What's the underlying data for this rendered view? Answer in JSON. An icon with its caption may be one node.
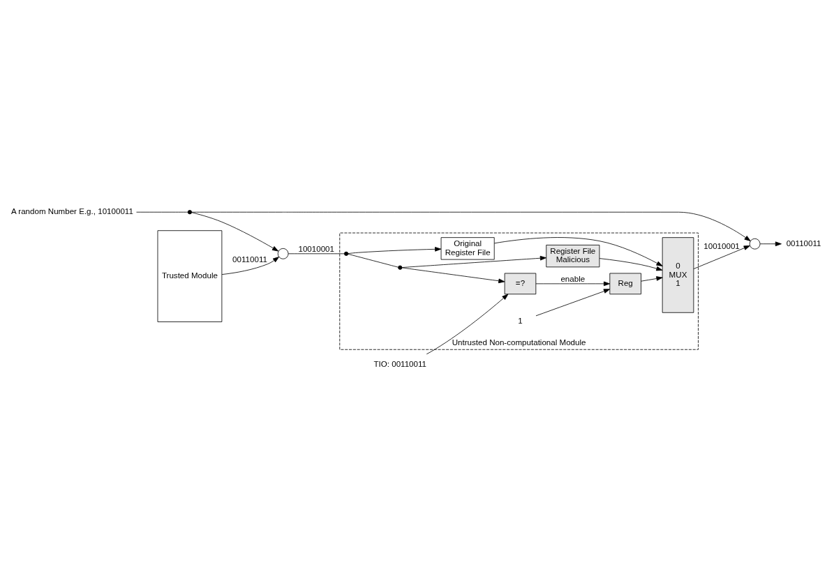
{
  "diagram": {
    "nodes": [
      {
        "text": [
          "A random Number E.g., 10100011"
        ]
      },
      {
        "text": [],
        "shape": "dot"
      },
      {
        "text": [
          "Trusted Module"
        ]
      },
      {
        "text": [],
        "shape": "circle"
      },
      {
        "text": [
          "Untrusted Non-computational Module"
        ]
      },
      {
        "text": [],
        "shape": "dot",
        "in": 4
      },
      {
        "text": [
          "Original",
          "Register File"
        ],
        "in": 4
      },
      {
        "text": [],
        "shape": "dot",
        "in": 4
      },
      {
        "text": [
          "Register File",
          "Malicious"
        ],
        "in": 4
      },
      {
        "text": [
          "0",
          "MUX",
          "1"
        ],
        "in": 4
      },
      {
        "text": [
          "TIO: 00110011"
        ]
      },
      {
        "text": [
          "=?"
        ],
        "in": 4
      },
      {
        "text": [
          "Reg"
        ],
        "in": 4
      },
      {
        "text": [
          "1"
        ],
        "in": 4
      },
      {
        "text": [],
        "shape": "circle"
      },
      {
        "text": [
          "00110011"
        ]
      }
    ],
    "edges": [
      {
        "from": 0,
        "to": 1,
        "arrow": "none"
      },
      {
        "from": 1,
        "to": 3,
        "arrow": "to"
      },
      {
        "from": 1,
        "to": 14,
        "arrow": "to"
      },
      {
        "from": 2,
        "to": 3,
        "arrow": "to",
        "label": "00110011"
      },
      {
        "from": 3,
        "to": 5,
        "arrow": "none",
        "label": "10010001"
      },
      {
        "from": 5,
        "to": 6,
        "arrow": "to"
      },
      {
        "from": 5,
        "to": 7,
        "arrow": "none"
      },
      {
        "from": 7,
        "to": 8,
        "arrow": "to"
      },
      {
        "from": 7,
        "to": 11,
        "arrow": "to"
      },
      {
        "from": 6,
        "to": 9,
        "arrow": "to"
      },
      {
        "from": 8,
        "to": 9,
        "arrow": "to"
      },
      {
        "from": 10,
        "to": 11,
        "arrow": "to"
      },
      {
        "from": 11,
        "to": 12,
        "arrow": "to",
        "label": "enable"
      },
      {
        "from": 13,
        "to": 12,
        "arrow": "to"
      },
      {
        "from": 12,
        "to": 9,
        "arrow": "to"
      },
      {
        "from": 9,
        "to": 14,
        "arrow": "to",
        "label": "10010001"
      },
      {
        "from": 14,
        "to": 15,
        "arrow": "to"
      }
    ]
  }
}
